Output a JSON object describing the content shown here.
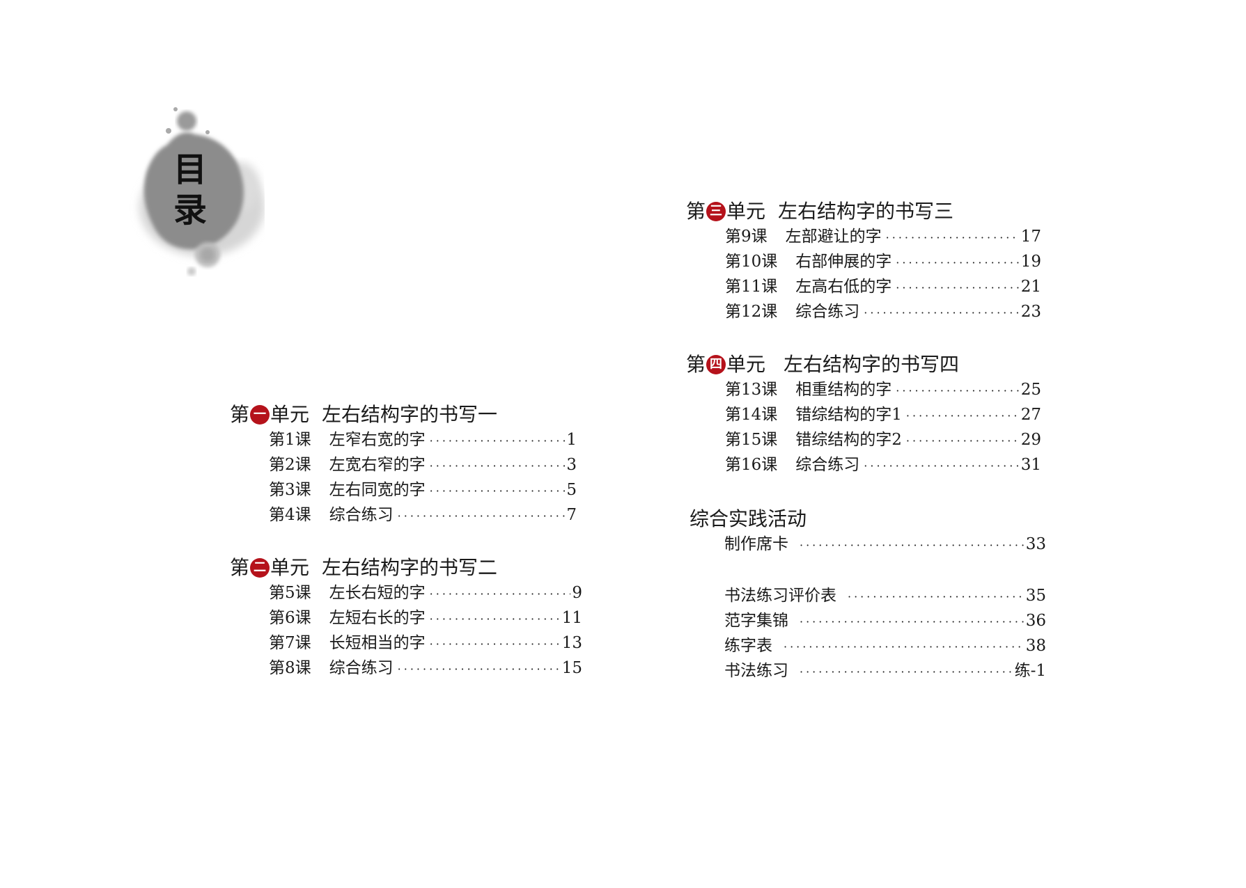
{
  "toc_title": "目录",
  "units": [
    {
      "prefix": "第",
      "badge": "一",
      "suffix": "单元",
      "title": "左右结构字的书写一",
      "lessons": [
        {
          "num": "第1课",
          "name": "左窄右宽的字",
          "page": "1"
        },
        {
          "num": "第2课",
          "name": "左宽右窄的字",
          "page": "3"
        },
        {
          "num": "第3课",
          "name": "左右同宽的字",
          "page": "5"
        },
        {
          "num": "第4课",
          "name": "综合练习",
          "page": "7"
        }
      ]
    },
    {
      "prefix": "第",
      "badge": "二",
      "suffix": "单元",
      "title": "左右结构字的书写二",
      "lessons": [
        {
          "num": "第5课",
          "name": "左长右短的字",
          "page": "9"
        },
        {
          "num": "第6课",
          "name": "左短右长的字",
          "page": "11"
        },
        {
          "num": "第7课",
          "name": "长短相当的字",
          "page": "13"
        },
        {
          "num": "第8课",
          "name": "综合练习",
          "page": "15"
        }
      ]
    },
    {
      "prefix": "第",
      "badge": "三",
      "suffix": "单元",
      "title": "左右结构字的书写三",
      "lessons": [
        {
          "num": "第9课",
          "name": "左部避让的字",
          "page": "17"
        },
        {
          "num": "第10课",
          "name": "右部伸展的字",
          "page": "19"
        },
        {
          "num": "第11课",
          "name": "左高右低的字",
          "page": "21"
        },
        {
          "num": "第12课",
          "name": "综合练习",
          "page": "23"
        }
      ]
    },
    {
      "prefix": "第",
      "badge": "四",
      "suffix": "单元",
      "title": "左右结构字的书写四",
      "lessons": [
        {
          "num": "第13课",
          "name": "相重结构的字",
          "page": "25"
        },
        {
          "num": "第14课",
          "name": "错综结构的字1",
          "page": "27"
        },
        {
          "num": "第15课",
          "name": "错综结构的字2",
          "page": "29"
        },
        {
          "num": "第16课",
          "name": "综合练习",
          "page": "31"
        }
      ]
    }
  ],
  "practice": {
    "title": "综合实践活动",
    "items": [
      {
        "name": "制作席卡",
        "page": "33"
      }
    ]
  },
  "appendix": [
    {
      "name": "书法练习评价表",
      "page": "35"
    },
    {
      "name": "范字集锦",
      "page": "36"
    },
    {
      "name": "练字表",
      "page": "38"
    },
    {
      "name": "书法练习",
      "page": "练-1"
    }
  ],
  "colors": {
    "badge": "#b5121b",
    "ink": "#8a8a8a",
    "text": "#1a1a1a"
  }
}
